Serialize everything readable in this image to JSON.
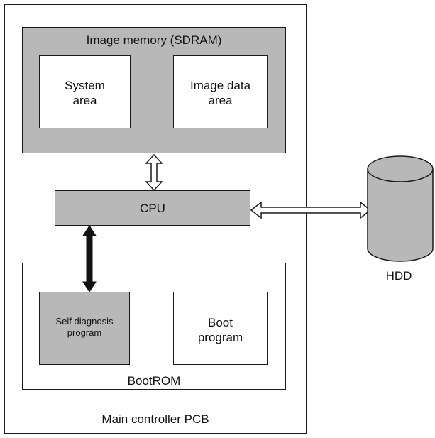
{
  "pcb": {
    "label": "Main controller PCB"
  },
  "sdram": {
    "label": "Image memory (SDRAM)",
    "system_area": "System\narea",
    "image_data_area": "Image data\narea"
  },
  "cpu": {
    "label": "CPU"
  },
  "bootrom": {
    "label": "BootROM",
    "self_diagnosis": "Self diagnosis\nprogram",
    "boot_program": "Boot\nprogram"
  },
  "hdd": {
    "label": "HDD"
  },
  "colors": {
    "shaded": "#b8b8b8",
    "line": "#1a1a1a",
    "background": "#ffffff"
  }
}
